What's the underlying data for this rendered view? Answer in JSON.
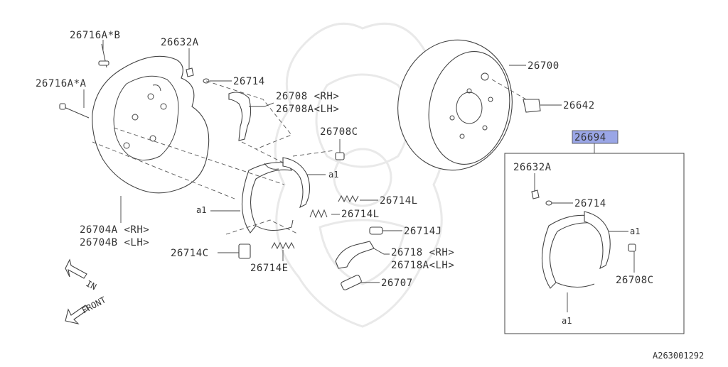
{
  "diagram_id": "A263001292",
  "highlight_color": "#9aa6e6",
  "labels": {
    "p26716A_B": "26716A*B",
    "p26716A_A": "26716A*A",
    "p26632A": "26632A",
    "p26714": "26714",
    "p26708_rh": "26708 <RH>",
    "p26708A_lh": "26708A<LH>",
    "p26708C": "26708C",
    "a1_top": "a1",
    "a1_left": "a1",
    "p26714L_1": "26714L",
    "p26714L_2": "26714L",
    "p26714J": "26714J",
    "p26704A_rh": "26704A <RH>",
    "p26704B_lh": "26704B <LH>",
    "p26714C": "26714C",
    "p26714E": "26714E",
    "p26718_rh": "26718 <RH>",
    "p26718A_lh": "26718A<LH>",
    "p26707": "26707",
    "p26700": "26700",
    "p26642": "26642",
    "kit_number": "26694",
    "kit_26632A": "26632A",
    "kit_26714": "26714",
    "kit_a1_right": "a1",
    "kit_26708C": "26708C",
    "kit_a1_bottom": "a1"
  },
  "arrows": {
    "in": "IN",
    "front": "FRONT"
  }
}
